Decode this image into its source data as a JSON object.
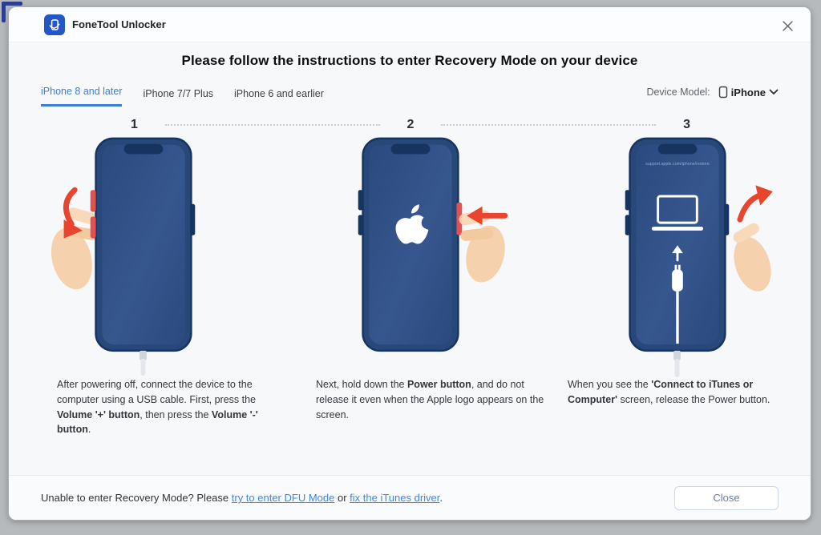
{
  "window": {
    "title": "FoneTool Unlocker",
    "close_glyph": "✕"
  },
  "heading": "Please follow the instructions to enter Recovery Mode on your device",
  "tabs": [
    {
      "label": "iPhone 8 and later",
      "active": true
    },
    {
      "label": "iPhone 7/7 Plus",
      "active": false
    },
    {
      "label": "iPhone 6 and earlier",
      "active": false
    }
  ],
  "device_model": {
    "label": "Device Model:",
    "value": "iPhone"
  },
  "steps": [
    {
      "number": "1",
      "instruction": [
        {
          "t": "After powering off, connect the device to the computer using a USB cable. First, press the ",
          "b": false
        },
        {
          "t": "Volume '+' button",
          "b": true
        },
        {
          "t": ", then press the ",
          "b": false
        },
        {
          "t": "Volume '-' button",
          "b": true
        },
        {
          "t": ".",
          "b": false
        }
      ]
    },
    {
      "number": "2",
      "instruction": [
        {
          "t": "Next, hold down the ",
          "b": false
        },
        {
          "t": "Power button",
          "b": true
        },
        {
          "t": ", and do not release it even when the Apple logo appears on the screen.",
          "b": false
        }
      ]
    },
    {
      "number": "3",
      "instruction": [
        {
          "t": "When you see the ",
          "b": false
        },
        {
          "t": "'Connect to iTunes or Computer'",
          "b": true
        },
        {
          "t": " screen, release the Power button.",
          "b": false
        }
      ]
    }
  ],
  "phone3_screen_caption": "support.apple.com/iphone/restore",
  "footer": {
    "text_before": "Unable to enter Recovery Mode? Please ",
    "link_dfu": "try to enter DFU Mode",
    "text_mid": " or ",
    "link_driver": "fix the iTunes driver",
    "text_after": ".",
    "close_button": "Close"
  },
  "colors": {
    "accent_blue": "#3b7fd6",
    "link_blue": "#3b86e8",
    "phone_body": "#274879",
    "phone_screen": "#2f4f85",
    "arrow_red": "#e8442e",
    "hand_skin": "#f7cda6",
    "logo_blue": "#2357c6"
  }
}
